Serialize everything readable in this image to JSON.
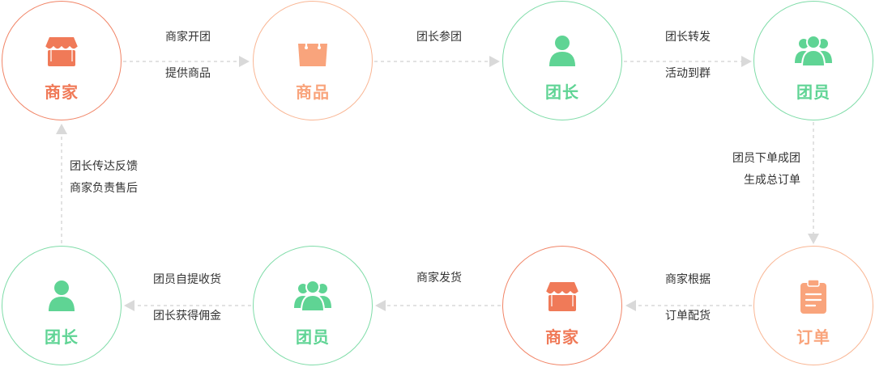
{
  "colors": {
    "red": "#f07a58",
    "orange": "#f9a47c",
    "green": "#5fd494",
    "red_border": "#f18466",
    "orange_border": "#f9b694",
    "green_border": "#7fdca8",
    "connector": "#d9d9d9"
  },
  "nodes": [
    {
      "id": "n1",
      "label": "商家",
      "icon": "shop-icon",
      "color": "red"
    },
    {
      "id": "n2",
      "label": "商品",
      "icon": "shopping-bag-icon",
      "color": "orange"
    },
    {
      "id": "n3",
      "label": "团长",
      "icon": "person-icon",
      "color": "green"
    },
    {
      "id": "n4",
      "label": "团员",
      "icon": "group-icon",
      "color": "green"
    },
    {
      "id": "n5",
      "label": "订单",
      "icon": "clipboard-icon",
      "color": "orange"
    },
    {
      "id": "n6",
      "label": "商家",
      "icon": "shop-icon",
      "color": "red"
    },
    {
      "id": "n7",
      "label": "团员",
      "icon": "group-icon",
      "color": "green"
    },
    {
      "id": "n8",
      "label": "团长",
      "icon": "person-icon",
      "color": "green"
    }
  ],
  "edges": [
    {
      "from": "n1",
      "to": "n2",
      "lines": [
        "商家开团",
        "提供商品"
      ]
    },
    {
      "from": "n2",
      "to": "n3",
      "lines": [
        "团长参团"
      ]
    },
    {
      "from": "n3",
      "to": "n4",
      "lines": [
        "团长转发",
        "活动到群"
      ]
    },
    {
      "from": "n4",
      "to": "n5",
      "lines": [
        "团员下单成团",
        "生成总订单"
      ]
    },
    {
      "from": "n5",
      "to": "n6",
      "lines": [
        "商家根据",
        "订单配货"
      ]
    },
    {
      "from": "n6",
      "to": "n7",
      "lines": [
        "商家发货"
      ]
    },
    {
      "from": "n7",
      "to": "n8",
      "lines": [
        "团员自提收货",
        "团长获得佣金"
      ]
    },
    {
      "from": "n8",
      "to": "n1",
      "lines": [
        "团长传达反馈",
        "商家负责售后"
      ]
    }
  ]
}
